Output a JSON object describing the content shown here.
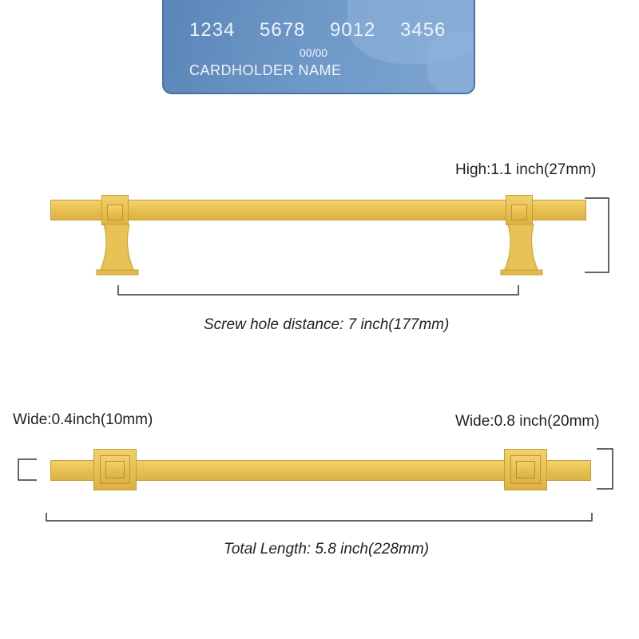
{
  "card": {
    "number_groups": [
      "1234",
      "5678",
      "9012",
      "3456"
    ],
    "expiry": "00/00",
    "holder": "CARDHOLDER NAME"
  },
  "side_view": {
    "height_label": "High:1.1 inch(27mm)",
    "screw_label": "Screw hole distance: 7  inch(177mm)"
  },
  "top_view": {
    "wide_left_label": "Wide:0.4inch(10mm)",
    "wide_right_label": "Wide:0.8 inch(20mm)",
    "total_label": "Total Length: 5.8 inch(228mm)"
  },
  "colors": {
    "gold": "#e8c254",
    "card_blue": "#6d97c6",
    "dimension_line": "#333333"
  }
}
